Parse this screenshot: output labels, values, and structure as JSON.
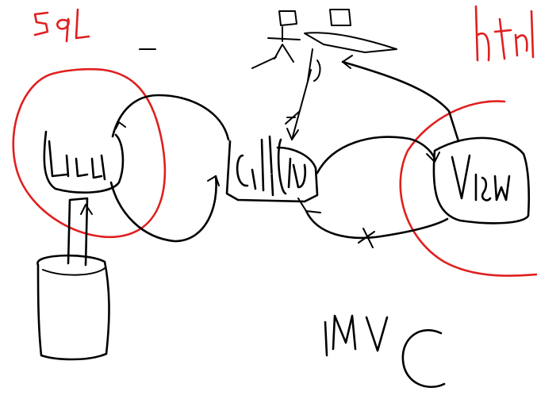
{
  "diagram": {
    "title": "MVC",
    "labels": {
      "database_lang": "sql",
      "markup_lang": "html",
      "model": "Model",
      "controller": "Ctrl",
      "view": "View"
    },
    "colors": {
      "ink": "#000000",
      "highlight": "#e01f1f"
    }
  }
}
